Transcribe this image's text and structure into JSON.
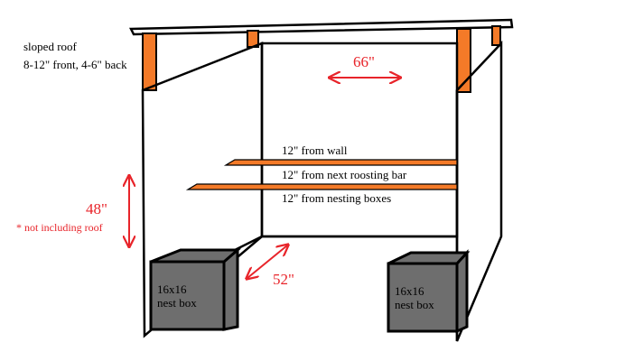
{
  "roof_note": {
    "line1": "sloped roof",
    "line2": "8-12\" front, 4-6\" back"
  },
  "dimensions": {
    "width": "66\"",
    "height": "48\"",
    "height_note": "* not including roof",
    "depth": "52\""
  },
  "roosting": {
    "upper_label": "12\" from wall",
    "middle_label": "12\" from next roosting bar",
    "lower_label": "12\" from nesting boxes"
  },
  "nest_boxes": [
    {
      "line1": "16x16",
      "line2": "nest box"
    },
    {
      "line1": "16x16",
      "line2": "nest box"
    }
  ],
  "colors": {
    "outline": "#000000",
    "wood": "#f47a28",
    "nest_box": "#6e6e6e",
    "annotation": "#e8242a"
  }
}
